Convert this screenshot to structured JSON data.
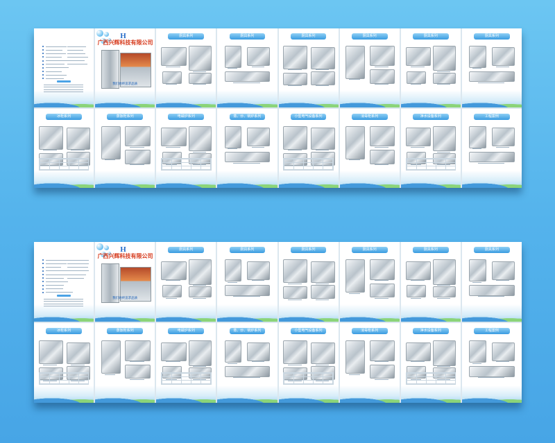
{
  "brochure": {
    "company_name": "广西兴辉科技有限公司",
    "logo_letter": "H",
    "slogan": "我们始终追求品质",
    "pages": [
      {
        "id": "intro",
        "title": ""
      },
      {
        "id": "cover",
        "title": ""
      },
      {
        "id": "p3",
        "title": "厨具系列"
      },
      {
        "id": "p4",
        "title": "厨具系列"
      },
      {
        "id": "p5",
        "title": "厨具系列"
      },
      {
        "id": "p6",
        "title": "厨具系列"
      },
      {
        "id": "p7",
        "title": "厨具系列"
      },
      {
        "id": "p8",
        "title": "厨具系列"
      },
      {
        "id": "p9",
        "title": "冰柜系列"
      },
      {
        "id": "p10",
        "title": "蒸饭柜系列"
      },
      {
        "id": "p11",
        "title": "电磁炉系列"
      },
      {
        "id": "p12",
        "title": "蒸、炒、锅炉系列"
      },
      {
        "id": "p13",
        "title": "小型电气设备系列"
      },
      {
        "id": "p14",
        "title": "消毒柜系列"
      },
      {
        "id": "p15",
        "title": "净水设备系列"
      },
      {
        "id": "p16",
        "title": "工程案例"
      }
    ]
  },
  "colors": {
    "background": "#54b3ec",
    "title_bar": "#3a9be0",
    "company_red": "#d63a1c",
    "wave_blue": "#2f8fd8",
    "wave_green": "#7fd06b"
  }
}
